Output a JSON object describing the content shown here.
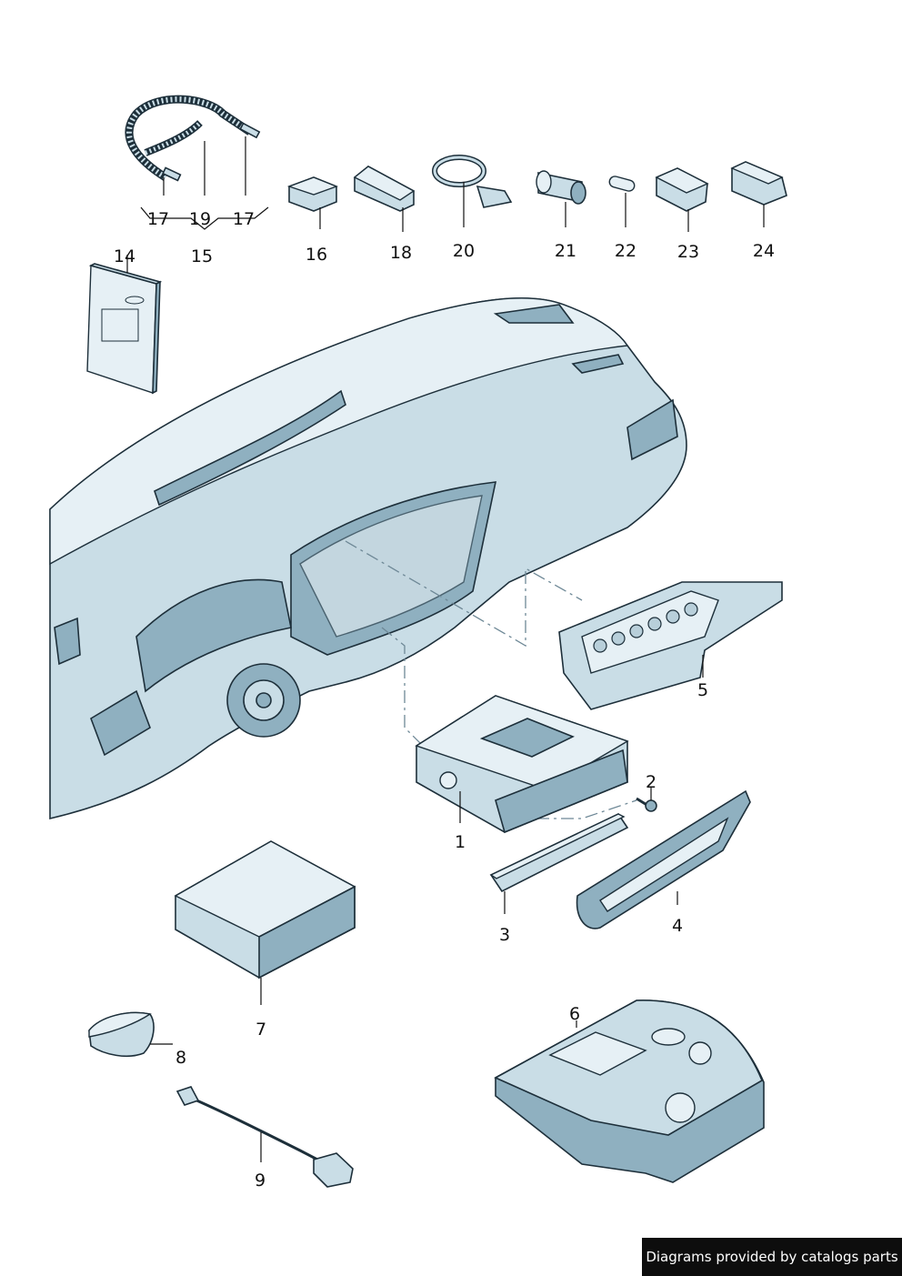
{
  "callouts": {
    "c17a": "17",
    "c19": "19",
    "c17b": "17",
    "c15": "15",
    "c14": "14",
    "c16": "16",
    "c18": "18",
    "c20": "20",
    "c21": "21",
    "c22": "22",
    "c23": "23",
    "c24": "24",
    "c5": "5",
    "c1": "1",
    "c2": "2",
    "c3": "3",
    "c4": "4",
    "c7": "7",
    "c8": "8",
    "c9": "9",
    "c6": "6"
  },
  "footer": {
    "text": "Diagrams provided by catalogs parts"
  }
}
